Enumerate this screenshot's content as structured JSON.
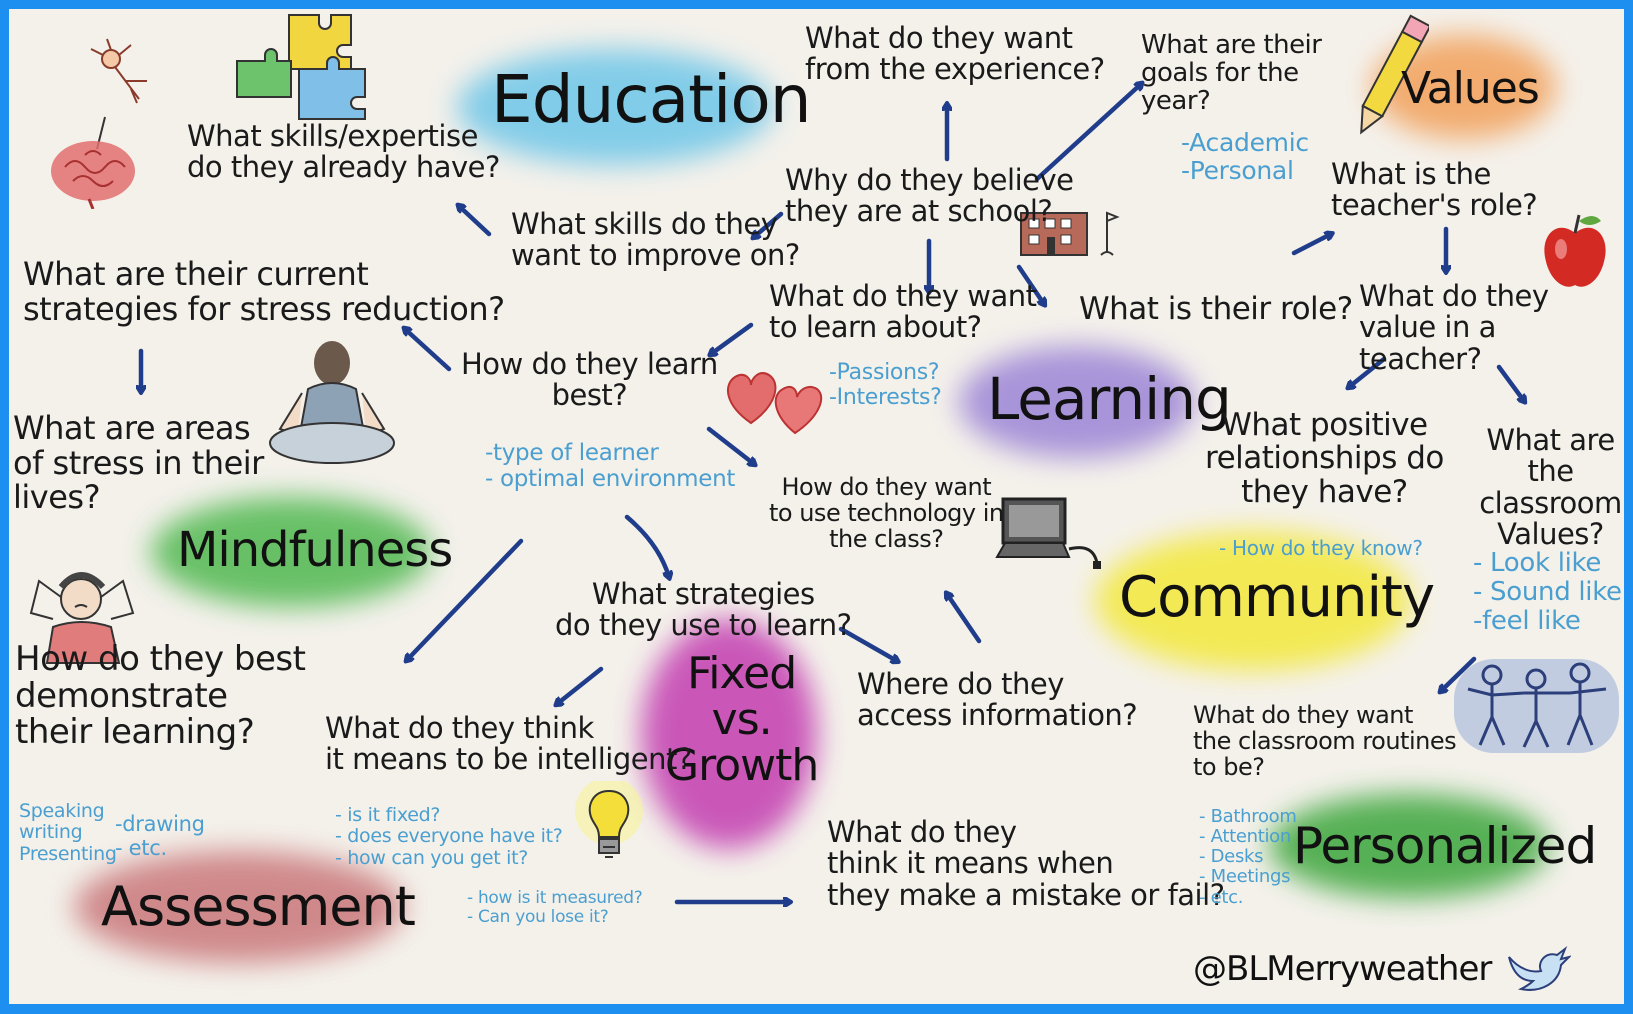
{
  "topics": {
    "education": "Education",
    "values": "Values",
    "learning": "Learning",
    "mindfulness": "Mindfulness",
    "community": "Community",
    "fixed_vs_growth": "Fixed\nvs.\nGrowth",
    "assessment": "Assessment",
    "personalized": "Personalized"
  },
  "colors": {
    "education": "#6ec6e8",
    "values": "#f2a05a",
    "learning": "#9b84d6",
    "mindfulness": "#4fb84f",
    "community": "#f3e83a",
    "fixed_vs_growth": "#c33cb0",
    "assessment": "#c9777a",
    "personalized": "#3aa53a",
    "arrow": "#1f3d8a",
    "note_text": "#4a9fd0",
    "background": "#1d8ff0"
  },
  "questions": {
    "want_from_experience": "What do they want\nfrom the experience?",
    "goals_for_year": "What are their\ngoals for the\nyear?",
    "skills_have": "What skills/expertise\ndo they already have?",
    "why_believe": "Why do they believe\nthey are at school?",
    "skills_improve": "What skills do they\nwant to improve on?",
    "teachers_role": "What is the\nteacher's role?",
    "stress_strategies": "What are their current\nstrategies for stress reduction?",
    "want_to_learn": "What do they want\nto learn about?",
    "their_role": "What is their role?",
    "value_in_teacher": "What do they\nvalue in a teacher?",
    "learn_best": "How do they learn\nbest?",
    "areas_of_stress": "What are areas\nof stress in their\nlives?",
    "positive_relationships": "What positive\nrelationships do\nthey have?",
    "classroom_values": "What are\nthe classroom\nValues?",
    "use_technology": "How do they want\nto use technology in\nthe class?",
    "strategies_to_learn": "What strategies\ndo they use to learn?",
    "demonstrate_learning": "How do they best\ndemonstrate\ntheir learning?",
    "access_information": "Where do they\naccess information?",
    "means_intelligent": "What do they think\nit means to be intelligent?",
    "classroom_routines": "What do they want\nthe classroom routines\nto be?",
    "mistake_or_fail": "What do they\nthink it means when\nthey make a mistake or fail?"
  },
  "notes": {
    "goals": "-Academic\n-Personal",
    "learn_about": "-Passions?\n-Interests?",
    "learn_best": "-type of learner\n- optimal environment",
    "relationships": "- How do they know?",
    "classroom_values": "- Look like\n- Sound like\n-feel like",
    "demonstrate_a": "Speaking\nwriting\nPresenting",
    "demonstrate_b": "-drawing\n- etc.",
    "intelligent": "- is it fixed?\n- does everyone have it?\n- how can you get it?",
    "intelligent_more": "- how is it measured?\n- Can you lose it?",
    "routines": "- Bathroom\n- Attention\n- Desks\n- Meetings\n- etc."
  },
  "signature": "@BLMerryweather",
  "icons": [
    "neuron-icon",
    "puzzle-pieces-icon",
    "brain-icon",
    "pencil-icon",
    "apple-icon",
    "school-building-icon",
    "hearts-icon",
    "meditating-person-icon",
    "stressed-person-icon",
    "laptop-icon",
    "lightbulb-icon",
    "holding-hands-people-icon",
    "twitter-bird-icon"
  ]
}
